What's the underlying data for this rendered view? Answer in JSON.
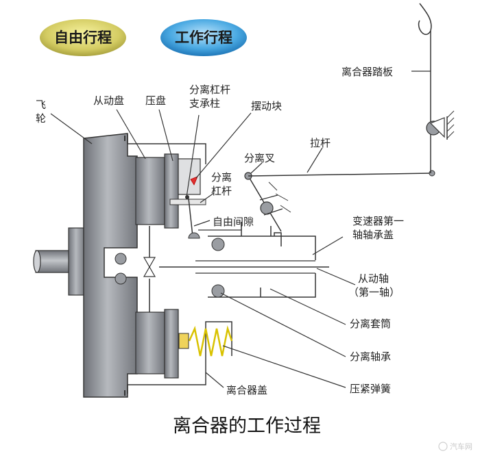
{
  "buttons": {
    "free_travel": "自由行程",
    "working_travel": "工作行程"
  },
  "labels": {
    "flywheel_1": "飞",
    "flywheel_2": "轮",
    "driven_disc": "从动盘",
    "pressure_plate": "压盘",
    "release_lever_support_1": "分离杠杆",
    "release_lever_support_2": "支承柱",
    "swing_block": "摆动块",
    "release_fork": "分离叉",
    "release_lever_1": "分离",
    "release_lever_2": "杠杆",
    "free_clearance": "自由间隙",
    "clutch_pedal": "离合器踏板",
    "pull_rod": "拉杆",
    "gearbox_bearing_cover_1": "变速器第一",
    "gearbox_bearing_cover_2": "轴轴承盖",
    "driven_shaft_1": "从动轴",
    "driven_shaft_2": "（第一轴）",
    "release_sleeve": "分离套筒",
    "release_bearing": "分离轴承",
    "clutch_cover": "离合器盖",
    "compression_spring": "压紧弹簧"
  },
  "caption": "离合器的工作过程",
  "watermark": "汽车网",
  "colors": {
    "free_travel_pill": "#c8c25a",
    "working_travel_pill": "#3a9fd9",
    "metal": "#8a8d93",
    "metal_dark": "#5f6268",
    "spring": "#d9c200"
  }
}
